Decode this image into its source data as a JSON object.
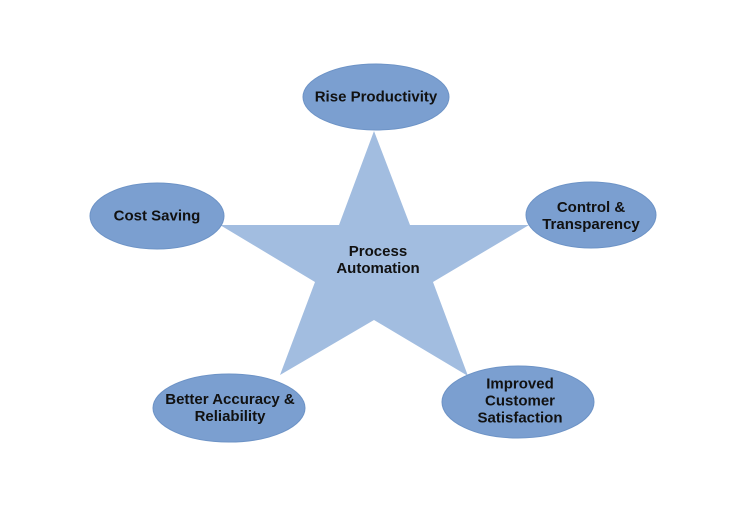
{
  "center": {
    "label": "Process\nAutomation"
  },
  "nodes": [
    {
      "label": "Rise Productivity"
    },
    {
      "label": "Control &\nTransparency"
    },
    {
      "label": "Improved\nCustomer\nSatisfaction"
    },
    {
      "label": "Better Accuracy &\nReliability"
    },
    {
      "label": "Cost Saving"
    }
  ],
  "colors": {
    "star": "#a2bde0",
    "ellipse": "#7b9fd0",
    "ellipse_stroke": "#6d93c6"
  }
}
